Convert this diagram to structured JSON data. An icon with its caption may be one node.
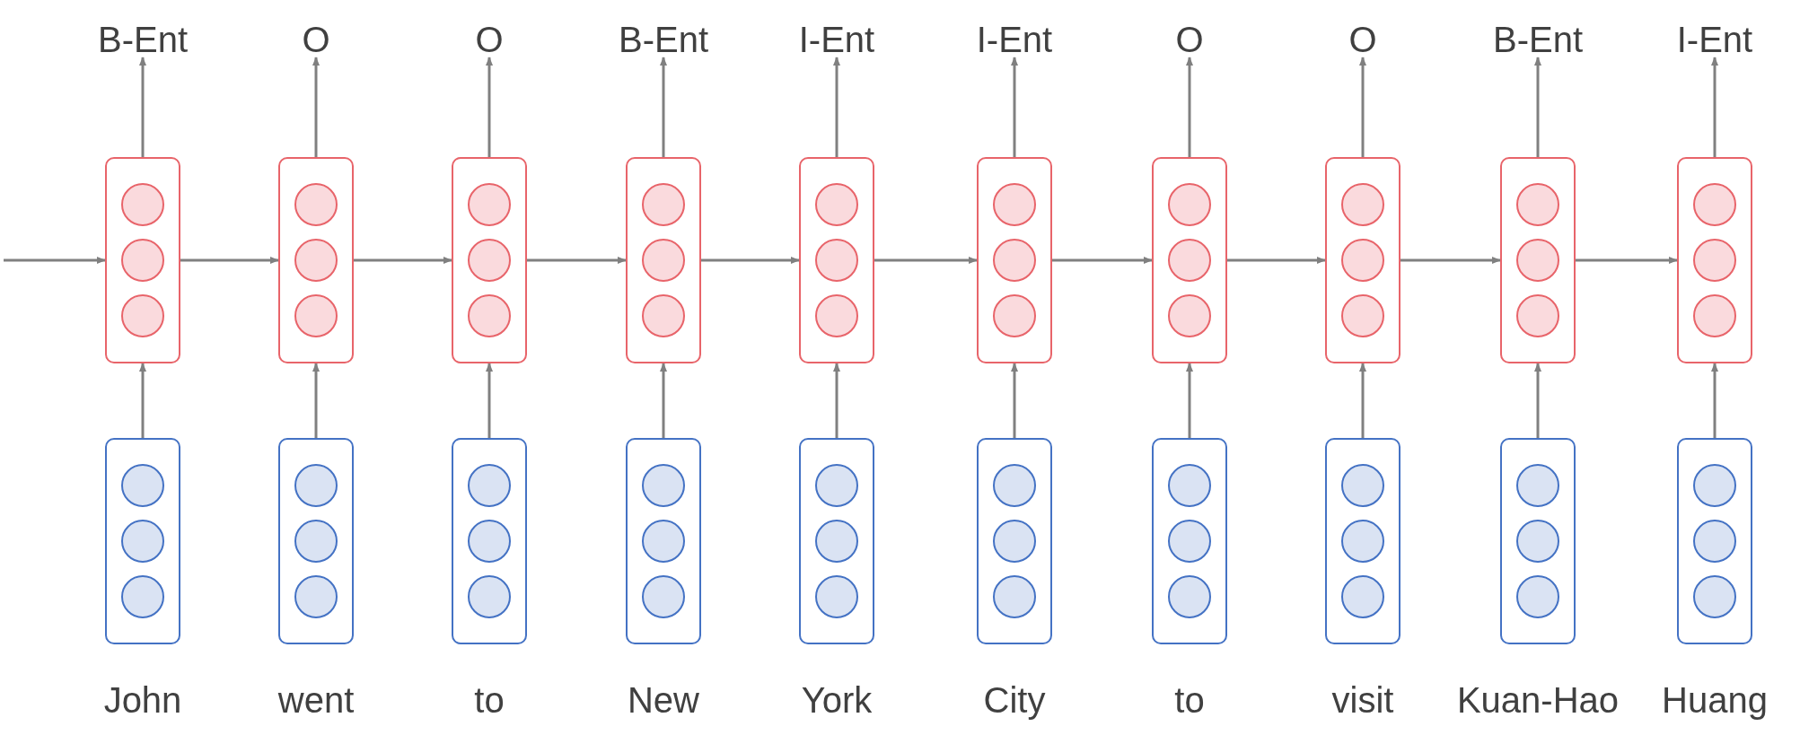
{
  "diagram": {
    "nodes": [
      {
        "text": [
          "B-Ent"
        ]
      },
      {
        "text": [
          "O"
        ]
      },
      {
        "text": [
          "O"
        ]
      },
      {
        "text": [
          "B-Ent"
        ]
      },
      {
        "text": [
          "I-Ent"
        ]
      },
      {
        "text": [
          "I-Ent"
        ]
      },
      {
        "text": [
          "O"
        ]
      },
      {
        "text": [
          "O"
        ]
      },
      {
        "text": [
          "B-Ent"
        ]
      },
      {
        "text": [
          "I-Ent"
        ]
      },
      {
        "text": [],
        "shape": "box"
      },
      {
        "text": [],
        "shape": "box"
      },
      {
        "text": [],
        "shape": "box"
      },
      {
        "text": [],
        "shape": "box"
      },
      {
        "text": [],
        "shape": "box"
      },
      {
        "text": [],
        "shape": "box"
      },
      {
        "text": [],
        "shape": "box"
      },
      {
        "text": [],
        "shape": "box"
      },
      {
        "text": [],
        "shape": "box"
      },
      {
        "text": [],
        "shape": "box"
      },
      {
        "text": [],
        "shape": "box",
        "beside": [
          "John"
        ]
      },
      {
        "text": [],
        "shape": "box",
        "beside": [
          "went"
        ]
      },
      {
        "text": [],
        "shape": "box",
        "beside": [
          "to"
        ]
      },
      {
        "text": [],
        "shape": "box",
        "beside": [
          "New"
        ]
      },
      {
        "text": [],
        "shape": "box",
        "beside": [
          "York"
        ]
      },
      {
        "text": [],
        "shape": "box",
        "beside": [
          "City"
        ]
      },
      {
        "text": [],
        "shape": "box",
        "beside": [
          "to"
        ]
      },
      {
        "text": [],
        "shape": "box",
        "beside": [
          "visit"
        ]
      },
      {
        "text": [],
        "shape": "box",
        "beside": [
          "Kuan-Hao"
        ]
      },
      {
        "text": [],
        "shape": "box",
        "beside": [
          "Huang"
        ]
      }
    ],
    "edges": [
      {
        "from": null,
        "to": 10,
        "arrow": "to"
      },
      {
        "from": 10,
        "to": 11,
        "arrow": "to"
      },
      {
        "from": 11,
        "to": 12,
        "arrow": "to"
      },
      {
        "from": 12,
        "to": 13,
        "arrow": "to"
      },
      {
        "from": 13,
        "to": 14,
        "arrow": "to"
      },
      {
        "from": 14,
        "to": 15,
        "arrow": "to"
      },
      {
        "from": 15,
        "to": 16,
        "arrow": "to"
      },
      {
        "from": 16,
        "to": 17,
        "arrow": "to"
      },
      {
        "from": 17,
        "to": 18,
        "arrow": "to"
      },
      {
        "from": 18,
        "to": 19,
        "arrow": "to"
      },
      {
        "from": 20,
        "to": 10,
        "arrow": "to"
      },
      {
        "from": 21,
        "to": 11,
        "arrow": "to"
      },
      {
        "from": 22,
        "to": 12,
        "arrow": "to"
      },
      {
        "from": 23,
        "to": 13,
        "arrow": "to"
      },
      {
        "from": 24,
        "to": 14,
        "arrow": "to"
      },
      {
        "from": 25,
        "to": 15,
        "arrow": "to"
      },
      {
        "from": 26,
        "to": 16,
        "arrow": "to"
      },
      {
        "from": 27,
        "to": 17,
        "arrow": "to"
      },
      {
        "from": 28,
        "to": 18,
        "arrow": "to"
      },
      {
        "from": 29,
        "to": 19,
        "arrow": "to"
      },
      {
        "from": 10,
        "to": 0,
        "arrow": "to"
      },
      {
        "from": 11,
        "to": 1,
        "arrow": "to"
      },
      {
        "from": 12,
        "to": 2,
        "arrow": "to"
      },
      {
        "from": 13,
        "to": 3,
        "arrow": "to"
      },
      {
        "from": 14,
        "to": 4,
        "arrow": "to"
      },
      {
        "from": 15,
        "to": 5,
        "arrow": "to"
      },
      {
        "from": 16,
        "to": 6,
        "arrow": "to"
      },
      {
        "from": 17,
        "to": 7,
        "arrow": "to"
      },
      {
        "from": 18,
        "to": 8,
        "arrow": "to"
      },
      {
        "from": 19,
        "to": 9,
        "arrow": "to"
      }
    ]
  }
}
